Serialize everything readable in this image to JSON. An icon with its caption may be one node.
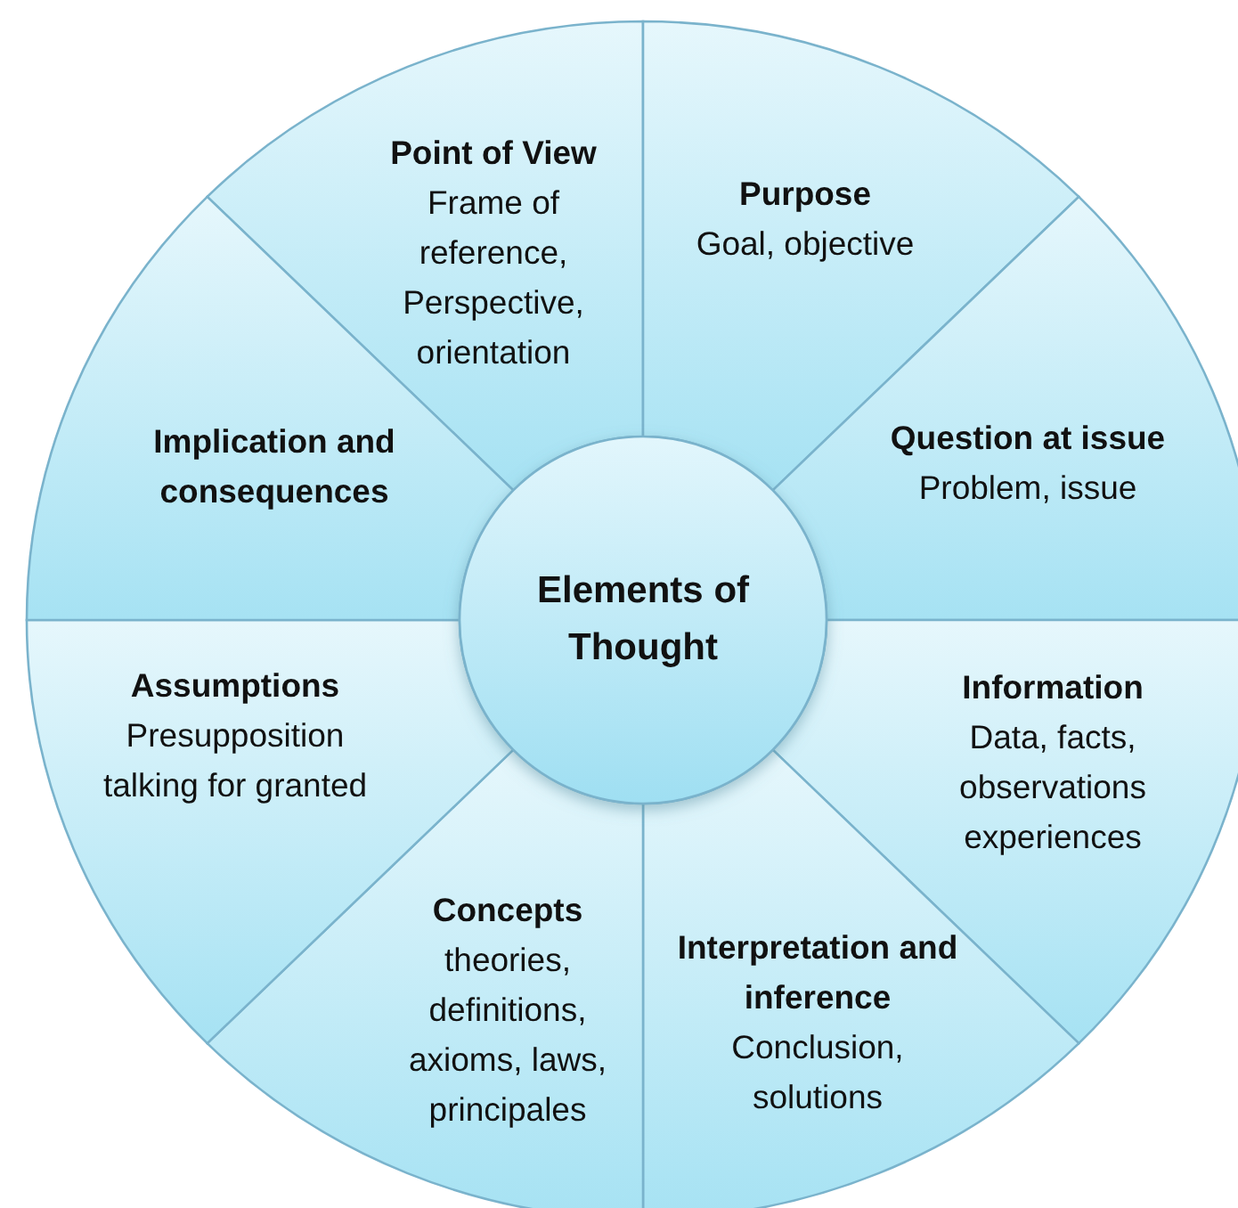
{
  "diagram": {
    "nodes": [
      {
        "text": [
          "Elements of Thought"
        ]
      },
      {
        "text": [
          "Point of View",
          "Frame of reference, Perspective, orientation"
        ]
      },
      {
        "text": [
          "Purpose",
          "Goal, objective"
        ]
      },
      {
        "text": [
          "Question at issue",
          "Problem, issue"
        ]
      },
      {
        "text": [
          "Information",
          "Data, facts, observations experiences"
        ]
      },
      {
        "text": [
          "Interpretation and inference",
          "Conclusion, solutions"
        ]
      },
      {
        "text": [
          "Concepts",
          "theories, definitions, axioms, laws, principales"
        ]
      },
      {
        "text": [
          "Assumptions",
          "Presupposition talking for granted"
        ]
      },
      {
        "text": [
          "Implication and consequences"
        ]
      }
    ],
    "edges": []
  }
}
